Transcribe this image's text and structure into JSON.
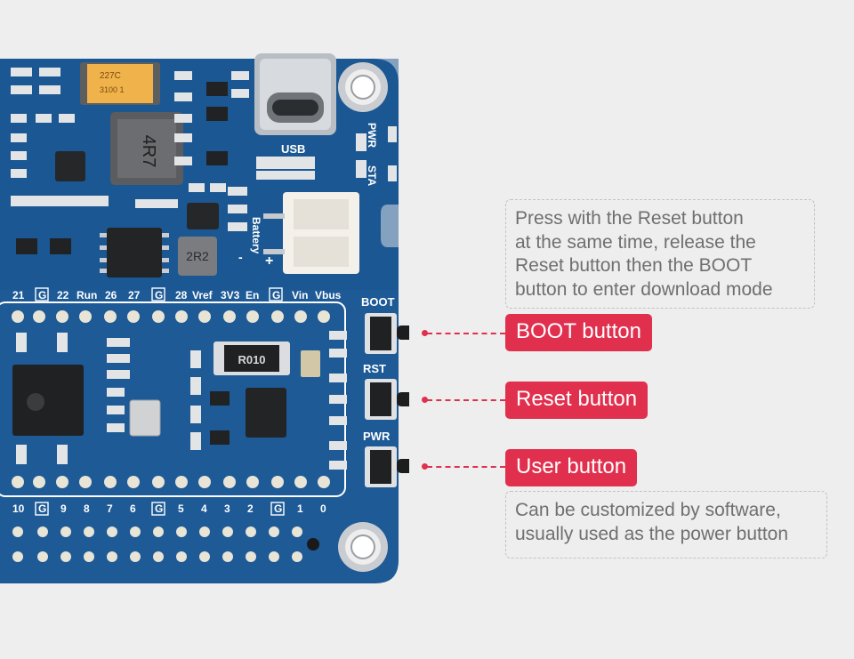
{
  "board": {
    "top_labels": [
      "USB",
      "PWR",
      "STA",
      "Battery"
    ],
    "pin_labels_top": [
      "21",
      "G",
      "22",
      "Run",
      "26",
      "27",
      "G",
      "28",
      "Vref",
      "3V3",
      "En",
      "G",
      "Vin",
      "Vbus"
    ],
    "pin_labels_bottom": [
      "10",
      "G",
      "9",
      "8",
      "7",
      "6",
      "G",
      "5",
      "4",
      "3",
      "2",
      "G",
      "1",
      "0"
    ],
    "button_labels": [
      "BOOT",
      "RST",
      "PWR"
    ],
    "component_marks": {
      "capacitor": "227C",
      "capacitor_code": "3100 1",
      "inductor": "4R7",
      "inductor_small": "2R2",
      "resistor": "R010"
    },
    "plus_sign": "+",
    "minus_sign": "-"
  },
  "notes": {
    "boot_note": [
      "Press with the Reset button",
      "at the same time, release the",
      "Reset button then the BOOT",
      "button to enter download mode"
    ],
    "user_note": [
      "Can be customized by software,",
      "usually used as the power button"
    ]
  },
  "callouts": {
    "boot": "BOOT button",
    "reset": "Reset button",
    "user": "User button"
  },
  "colors": {
    "background": "#eeeeee",
    "pcb": "#1d5a96",
    "accent": "#e0304e"
  }
}
